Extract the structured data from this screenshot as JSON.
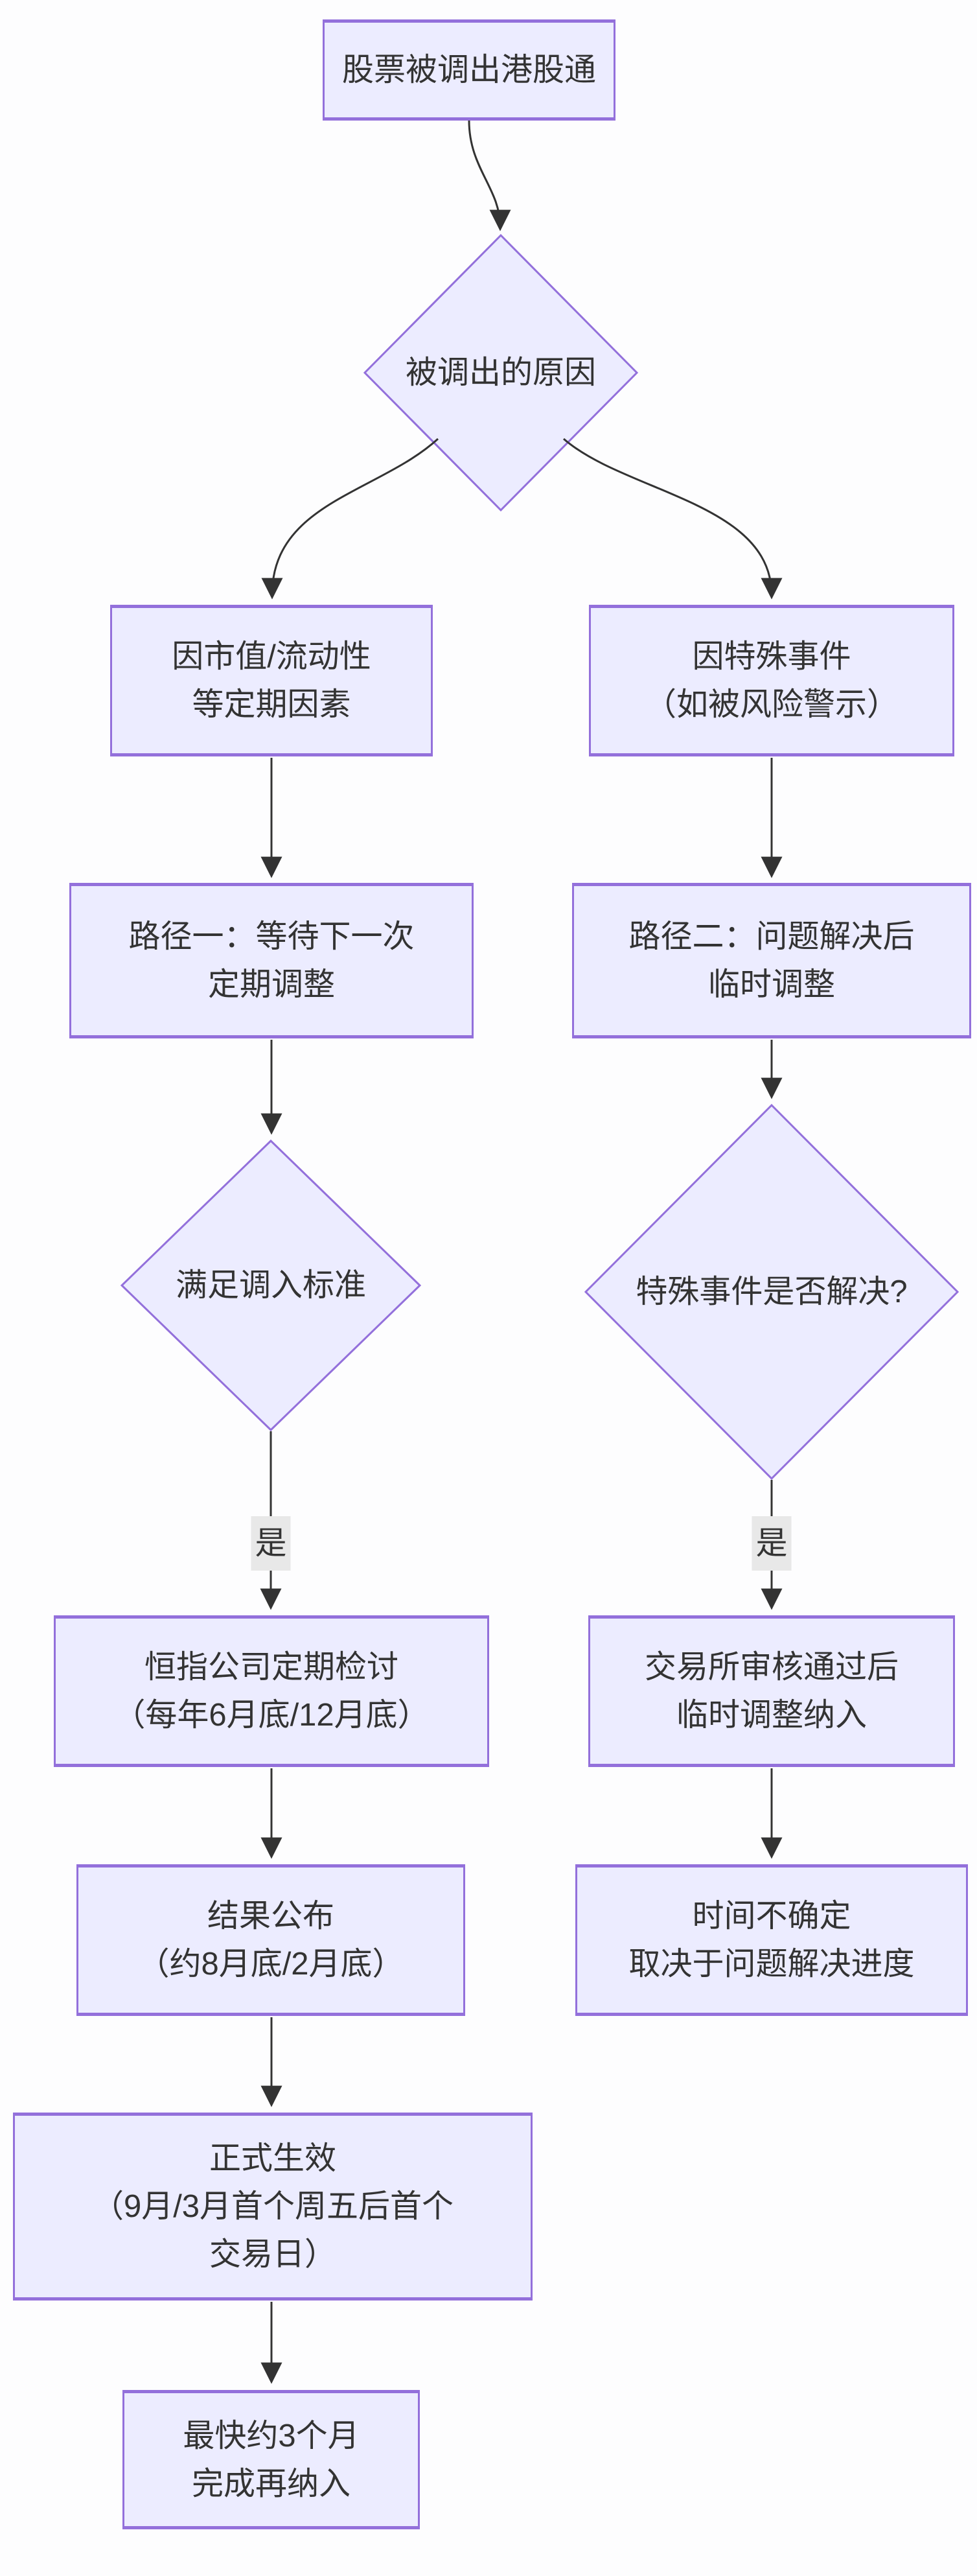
{
  "diagram_type": "flowchart",
  "colors": {
    "background": "#fdfdfe",
    "node_fill": "#ECECFF",
    "node_border": "#9370DB",
    "text": "#333333",
    "edge": "#333333",
    "edge_label_bg": "#e8e8e8"
  },
  "nodes": {
    "start": {
      "shape": "rect",
      "lines": [
        "股票被调出港股通"
      ]
    },
    "reason": {
      "shape": "diamond",
      "lines": [
        "被调出的原因"
      ]
    },
    "l1": {
      "shape": "rect",
      "lines": [
        "因市值/流动性",
        "等定期因素"
      ]
    },
    "r1": {
      "shape": "rect",
      "lines": [
        "因特殊事件",
        "（如被风险警示）"
      ]
    },
    "l2": {
      "shape": "rect",
      "lines": [
        "路径一：等待下一次",
        "定期调整"
      ]
    },
    "r2": {
      "shape": "rect",
      "lines": [
        "路径二：问题解决后",
        "临时调整"
      ]
    },
    "l3d": {
      "shape": "diamond",
      "lines": [
        "满足调入标准"
      ]
    },
    "r3d": {
      "shape": "diamond",
      "lines": [
        "特殊事件是否解决?"
      ]
    },
    "l4": {
      "shape": "rect",
      "lines": [
        "恒指公司定期检讨",
        "（每年6月底/12月底）"
      ]
    },
    "r4": {
      "shape": "rect",
      "lines": [
        "交易所审核通过后",
        "临时调整纳入"
      ]
    },
    "l5": {
      "shape": "rect",
      "lines": [
        "结果公布",
        "（约8月底/2月底）"
      ]
    },
    "r5": {
      "shape": "rect",
      "lines": [
        "时间不确定",
        "取决于问题解决进度"
      ]
    },
    "l6": {
      "shape": "rect",
      "lines": [
        "正式生效",
        "（9月/3月首个周五后首个",
        "交易日）"
      ]
    },
    "l7": {
      "shape": "rect",
      "lines": [
        "最快约3个月",
        "完成再纳入"
      ]
    }
  },
  "edge_labels": {
    "left_yes": "是",
    "right_yes": "是"
  }
}
